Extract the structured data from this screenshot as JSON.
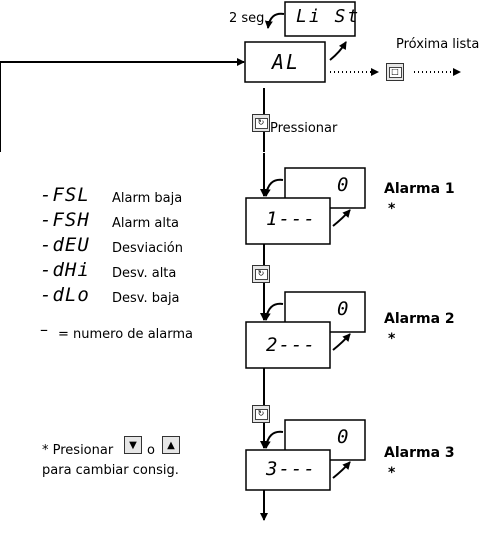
{
  "top": {
    "two_seg": "2 seg",
    "display_list": "Li St",
    "display_al": "AL",
    "next_list": "Próxima lista",
    "press": "Pressionar"
  },
  "legend": {
    "items": [
      {
        "code": "-FSL",
        "text": "Alarm baja"
      },
      {
        "code": "-FSH",
        "text": "Alarm alta"
      },
      {
        "code": "-dEU",
        "text": "Desviación"
      },
      {
        "code": "-dHi",
        "text": "Desv. alta"
      },
      {
        "code": "-dLo",
        "text": "Desv. baja"
      }
    ],
    "dash": "–",
    "dash_text": "= numero de alarma",
    "press_prefix": "* Presionar",
    "press_or": "o",
    "press_suffix": "para cambiar consig."
  },
  "alarms": [
    {
      "title": "Alarma 1",
      "star": "*",
      "value": "0",
      "code": "1---"
    },
    {
      "title": "Alarma 2",
      "star": "*",
      "value": "0",
      "code": "2---"
    },
    {
      "title": "Alarma 3",
      "star": "*",
      "value": "0",
      "code": "3---"
    }
  ],
  "icons": {
    "scroll": "scroll-button-icon",
    "page": "page-button-icon",
    "down": "down-arrow-button-icon",
    "up": "up-arrow-button-icon"
  }
}
